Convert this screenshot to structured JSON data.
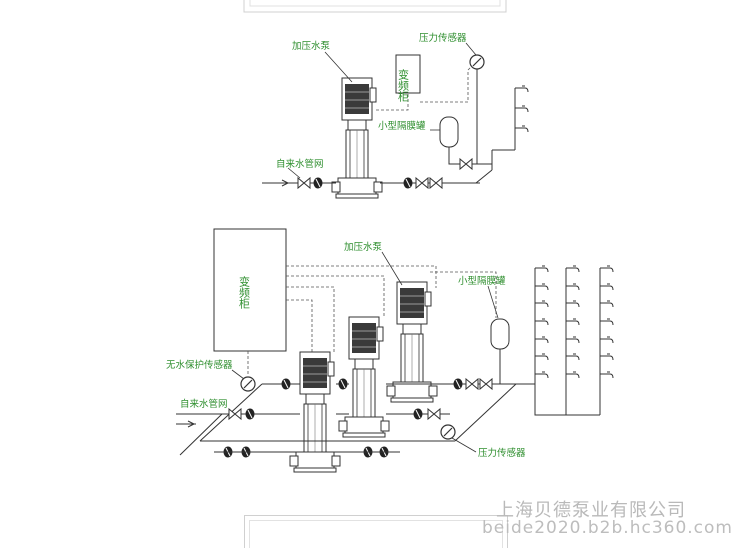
{
  "top_diagram": {
    "pump_label": "加压水泵",
    "vfd_label": "变频柜",
    "pressure_sensor_label": "压力传感器",
    "tank_label": "小型隔膜罐",
    "mains_label": "自来水管网"
  },
  "bottom_diagram": {
    "vfd_label": "变频柜",
    "pump_label": "加压水泵",
    "tank_label": "小型隔膜罐",
    "no_water_sensor_label": "无水保护传感器",
    "mains_label": "自来水管网",
    "pressure_sensor_label": "压力传感器"
  },
  "watermark": {
    "company": "上海贝德泵业有限公司",
    "url": "beide2020.b2b.hc360.com"
  },
  "colors": {
    "label_green": "#2f8f2f",
    "line": "#333333"
  }
}
